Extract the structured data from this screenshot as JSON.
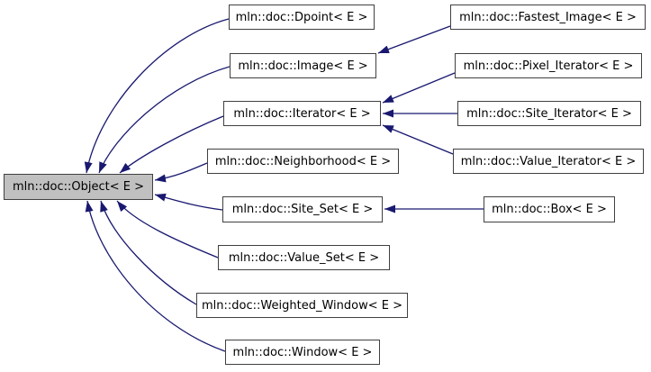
{
  "diagram": {
    "title": "mln::doc::Object inheritance graph",
    "background": "#ffffff",
    "edge_color": "#191970",
    "node_border_color": "#404040",
    "node_fill": "#ffffff",
    "highlight_fill": "#c0c0c0",
    "text_color": "#000000"
  },
  "nodes": [
    {
      "id": "object",
      "label": "mln::doc::Object< E >",
      "highlighted": true
    },
    {
      "id": "dpoint",
      "label": "mln::doc::Dpoint< E >",
      "highlighted": false
    },
    {
      "id": "image",
      "label": "mln::doc::Image< E >",
      "highlighted": false
    },
    {
      "id": "iterator",
      "label": "mln::doc::Iterator< E >",
      "highlighted": false
    },
    {
      "id": "neighborhood",
      "label": "mln::doc::Neighborhood< E >",
      "highlighted": false
    },
    {
      "id": "site_set",
      "label": "mln::doc::Site_Set< E >",
      "highlighted": false
    },
    {
      "id": "value_set",
      "label": "mln::doc::Value_Set< E >",
      "highlighted": false
    },
    {
      "id": "weighted_window",
      "label": "mln::doc::Weighted_Window< E >",
      "highlighted": false
    },
    {
      "id": "window",
      "label": "mln::doc::Window< E >",
      "highlighted": false
    },
    {
      "id": "fastest_image",
      "label": "mln::doc::Fastest_Image< E >",
      "highlighted": false
    },
    {
      "id": "pixel_iterator",
      "label": "mln::doc::Pixel_Iterator< E >",
      "highlighted": false
    },
    {
      "id": "site_iterator",
      "label": "mln::doc::Site_Iterator< E >",
      "highlighted": false
    },
    {
      "id": "value_iterator",
      "label": "mln::doc::Value_Iterator< E >",
      "highlighted": false
    },
    {
      "id": "box",
      "label": "mln::doc::Box< E >",
      "highlighted": false
    }
  ],
  "edges": [
    {
      "from": "dpoint",
      "to": "object"
    },
    {
      "from": "image",
      "to": "object"
    },
    {
      "from": "iterator",
      "to": "object"
    },
    {
      "from": "neighborhood",
      "to": "object"
    },
    {
      "from": "site_set",
      "to": "object"
    },
    {
      "from": "value_set",
      "to": "object"
    },
    {
      "from": "weighted_window",
      "to": "object"
    },
    {
      "from": "window",
      "to": "object"
    },
    {
      "from": "fastest_image",
      "to": "image"
    },
    {
      "from": "pixel_iterator",
      "to": "iterator"
    },
    {
      "from": "site_iterator",
      "to": "iterator"
    },
    {
      "from": "value_iterator",
      "to": "iterator"
    },
    {
      "from": "box",
      "to": "site_set"
    }
  ]
}
